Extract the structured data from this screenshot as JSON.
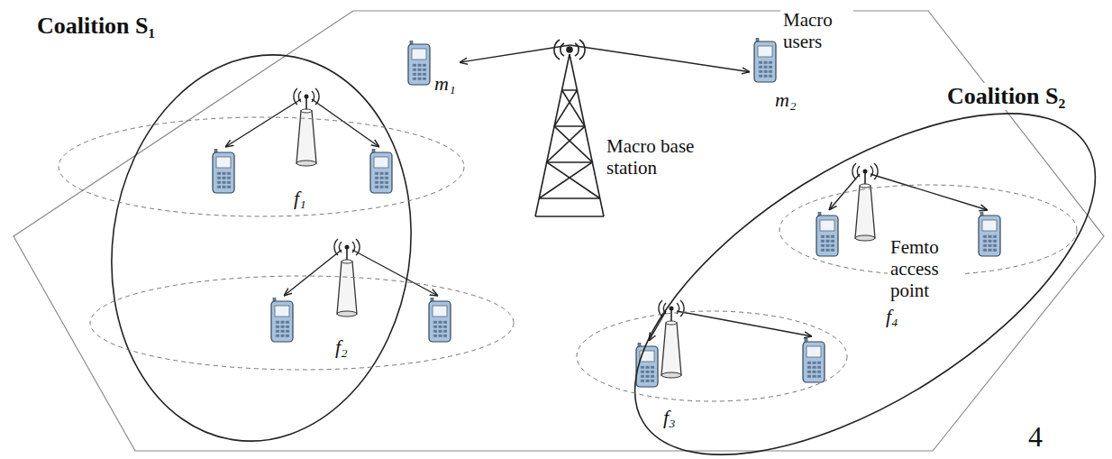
{
  "diagram": {
    "nodes": [
      {
        "text": [
          "Coalition S₁"
        ]
      },
      {
        "text": [
          "f₁"
        ],
        "in": 0
      },
      {
        "text": [
          "f₂"
        ],
        "in": 0
      },
      {
        "text": [
          "Macro base station"
        ]
      },
      {
        "text": [
          "m₁"
        ]
      },
      {
        "text": [
          "m₂"
        ]
      },
      {
        "text": [
          "Coalition S₂"
        ]
      },
      {
        "text": [
          "f₄"
        ],
        "in": 6
      },
      {
        "text": [
          "f₃"
        ],
        "in": 6
      }
    ],
    "edges": [
      {
        "from": 3,
        "to": 4,
        "arrow": "to"
      },
      {
        "from": 3,
        "to": 5,
        "arrow": "to"
      }
    ],
    "labels": [
      "Macro users",
      "Femto access point",
      "4"
    ]
  }
}
